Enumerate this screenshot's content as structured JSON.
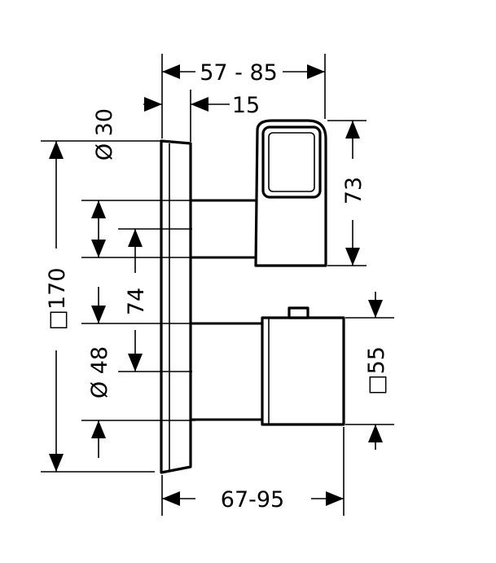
{
  "dimensions": {
    "depth_handle": "57 - 85",
    "plate_gap": "15",
    "diameter_top": "Ø 30",
    "height_plate": "□170",
    "center_distance": "74",
    "diameter_bottom": "Ø 48",
    "handle_height": "73",
    "knob_size": "□55",
    "depth_knob": "67-95"
  },
  "colors": {
    "line": "#000000",
    "background": "#ffffff"
  }
}
